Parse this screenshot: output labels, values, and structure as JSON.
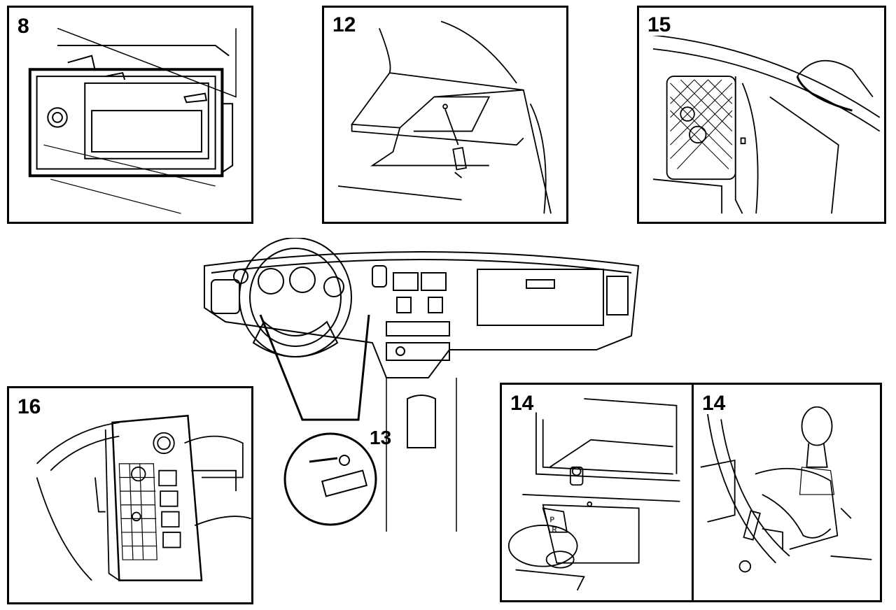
{
  "panels": {
    "p8": {
      "label": "8"
    },
    "p12": {
      "label": "12"
    },
    "p15": {
      "label": "15"
    },
    "p16": {
      "label": "16"
    },
    "p14a": {
      "label": "14"
    },
    "p14b": {
      "label": "14"
    }
  },
  "dashboard": {
    "callout": "13"
  }
}
